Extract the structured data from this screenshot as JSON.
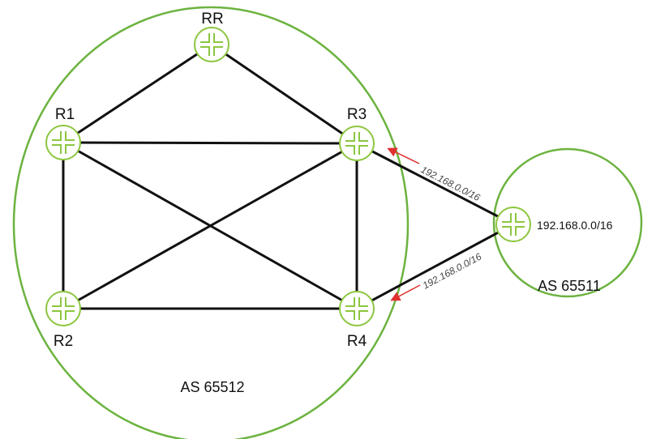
{
  "nodes": {
    "rr": "RR",
    "r1": "R1",
    "r2": "R2",
    "r3": "R3",
    "r4": "R4"
  },
  "as_left": "AS 65512",
  "as_right": "AS 65511",
  "external_prefix": "192.168.0.0/16",
  "edge_labels": {
    "upper": "192.168.0.0/16",
    "lower": "192.168.0.0/16"
  },
  "colors": {
    "as_boundary": "#6cb33f",
    "router": "#8cc63f",
    "link": "#111111",
    "advert_arrow": "#e03030"
  }
}
